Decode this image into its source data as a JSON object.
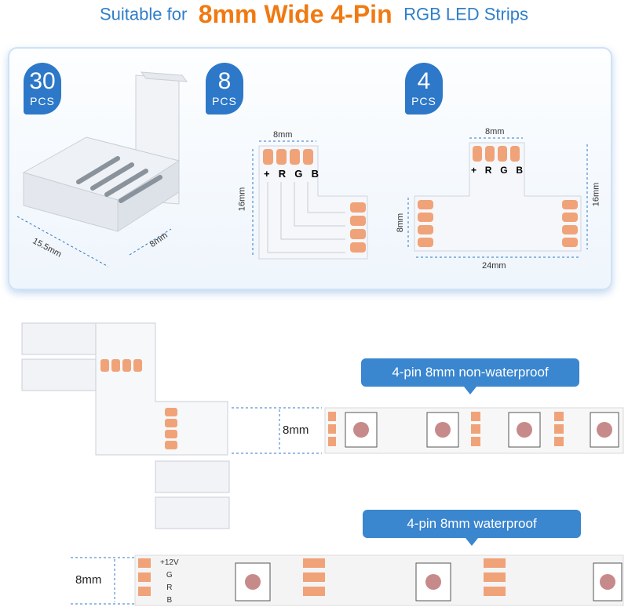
{
  "title": {
    "prefix": "Suitable for",
    "highlight": "8mm Wide 4-Pin",
    "suffix": "RGB LED Strips"
  },
  "products": [
    {
      "count": "30",
      "unit": "PCS",
      "dims": [
        "15.5mm",
        "8mm"
      ]
    },
    {
      "count": "8",
      "unit": "PCS",
      "dims": [
        "8mm",
        "16mm"
      ],
      "pins": [
        "+",
        "R",
        "G",
        "B"
      ]
    },
    {
      "count": "4",
      "unit": "PCS",
      "dims": [
        "8mm",
        "8mm",
        "16mm",
        "24mm"
      ],
      "pins": [
        "+",
        "R",
        "G",
        "B"
      ]
    }
  ],
  "strips": [
    {
      "label": "4-pin 8mm non-waterproof",
      "width": "8mm"
    },
    {
      "label": "4-pin 8mm waterproof",
      "width": "8mm"
    }
  ],
  "strip_marks": {
    "voltage": "+12V",
    "pins": [
      "G",
      "R",
      "B"
    ]
  },
  "colors": {
    "accent": "#2d78c8",
    "highlight": "#f07a12",
    "pad": "#f0a378"
  }
}
